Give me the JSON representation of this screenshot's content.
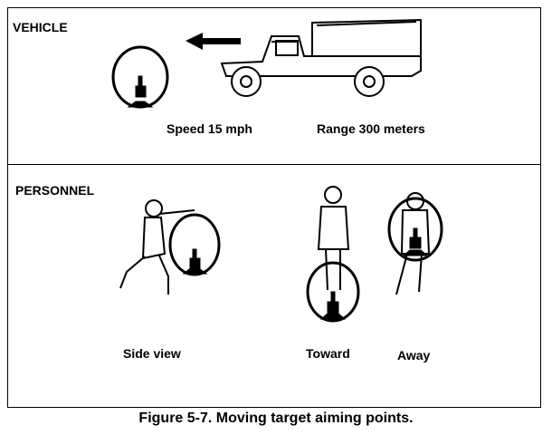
{
  "vehicle": {
    "heading": "VEHICLE",
    "speed": "Speed 15 mph",
    "range": "Range 300 meters"
  },
  "personnel": {
    "heading": "PERSONNEL",
    "side_view": "Side view",
    "toward": "Toward",
    "away": "Away"
  },
  "caption": "Figure 5-7. Moving target aiming points."
}
